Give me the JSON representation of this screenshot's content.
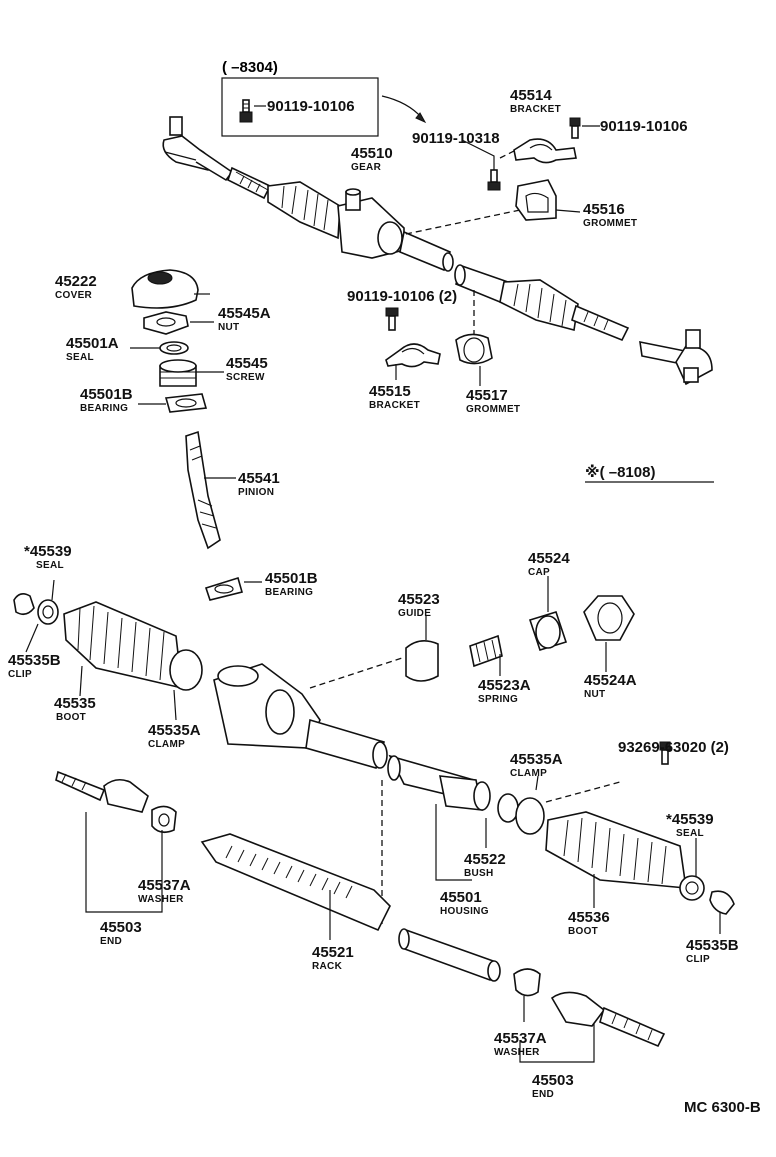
{
  "range_note": "(      –8304)",
  "star_note": "※(        –8108)",
  "diagram_code": "MC 6300-B",
  "parts": {
    "bolt_90119_10106_boxed": "90119-10106",
    "bolt_90119_10106_upper": "90119-10106",
    "bolt_90119_10318": "90119-10318",
    "bolt_90119_10106_pair": "90119-10106 (2)",
    "bolt_93269_63020": "93269-63020 (2)",
    "p45514": {
      "num": "45514",
      "name": "BRACKET"
    },
    "p45510": {
      "num": "45510",
      "name": "GEAR"
    },
    "p45516": {
      "num": "45516",
      "name": "GROMMET"
    },
    "p45222": {
      "num": "45222",
      "name": "COVER"
    },
    "p45545A": {
      "num": "45545A",
      "name": "NUT"
    },
    "p45501A": {
      "num": "45501A",
      "name": "SEAL"
    },
    "p45545": {
      "num": "45545",
      "name": "SCREW"
    },
    "p45501B_upper": {
      "num": "45501B",
      "name": "BEARING"
    },
    "p45515": {
      "num": "45515",
      "name": "BRACKET"
    },
    "p45517": {
      "num": "45517",
      "name": "GROMMET"
    },
    "p45541": {
      "num": "45541",
      "name": "PINION"
    },
    "p45539_left": {
      "num": "*45539",
      "name": "SEAL"
    },
    "p45501B_lower": {
      "num": "45501B",
      "name": "BEARING"
    },
    "p45524": {
      "num": "45524",
      "name": "CAP"
    },
    "p45523": {
      "num": "45523",
      "name": "GUIDE"
    },
    "p45535B_left": {
      "num": "45535B",
      "name": "CLIP"
    },
    "p45523A": {
      "num": "45523A",
      "name": "SPRING"
    },
    "p45524A": {
      "num": "45524A",
      "name": "NUT"
    },
    "p45535": {
      "num": "45535",
      "name": "BOOT"
    },
    "p45535A_left": {
      "num": "45535A",
      "name": "CLAMP"
    },
    "p45535A_right": {
      "num": "45535A",
      "name": "CLAMP"
    },
    "p45539_right": {
      "num": "*45539",
      "name": "SEAL"
    },
    "p45522": {
      "num": "45522",
      "name": "BUSH"
    },
    "p45537A_left": {
      "num": "45537A",
      "name": "WASHER"
    },
    "p45501": {
      "num": "45501",
      "name": "HOUSING"
    },
    "p45536": {
      "num": "45536",
      "name": "BOOT"
    },
    "p45503_left": {
      "num": "45503",
      "name": "END"
    },
    "p45535B_right": {
      "num": "45535B",
      "name": "CLIP"
    },
    "p45521": {
      "num": "45521",
      "name": "RACK"
    },
    "p45537A_right": {
      "num": "45537A",
      "name": "WASHER"
    },
    "p45503_right": {
      "num": "45503",
      "name": "END"
    }
  }
}
